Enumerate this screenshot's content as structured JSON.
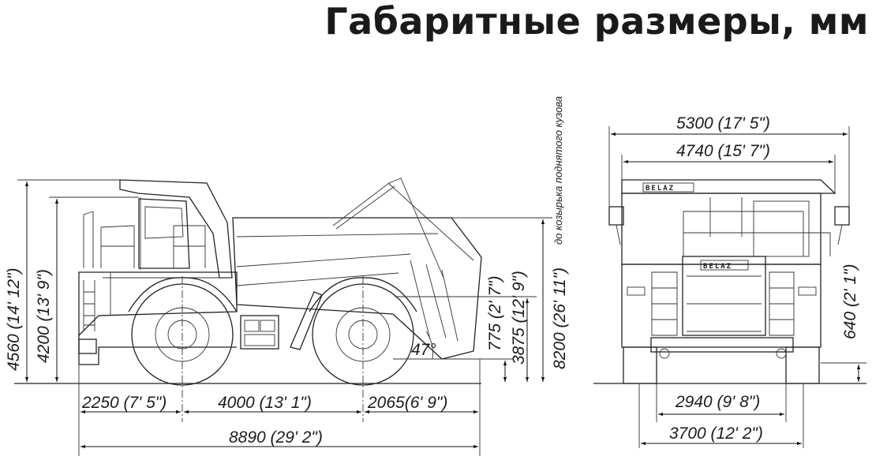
{
  "title": "Габаритные размеры, мм",
  "brand": "BELAZ",
  "dimensions": {
    "total_height_canopy": "4560 (14' 12\")",
    "cab_height": "4200 (13' 9\")",
    "raised_body_height": "8200 (26' 11\")",
    "raised_body_note": "до козырька поднятого кузова",
    "body_pivot_height": "3875 (12' 9\")",
    "rear_clearance": "775 (2' 7\")",
    "dump_angle": "47°",
    "front_overhang": "2250 (7' 5\")",
    "wheelbase": "4000 (13' 1\")",
    "rear_overhang": "2065(6' 9\")",
    "overall_length": "8890 (29' 2\")",
    "overall_width_mirrors": "5300 (17' 5\")",
    "body_width": "4740 (15' 7\")",
    "ground_clearance": "640 (2' 1\")",
    "front_track": "2940 (9' 8\")",
    "rear_width": "3700 (12' 2\")"
  }
}
